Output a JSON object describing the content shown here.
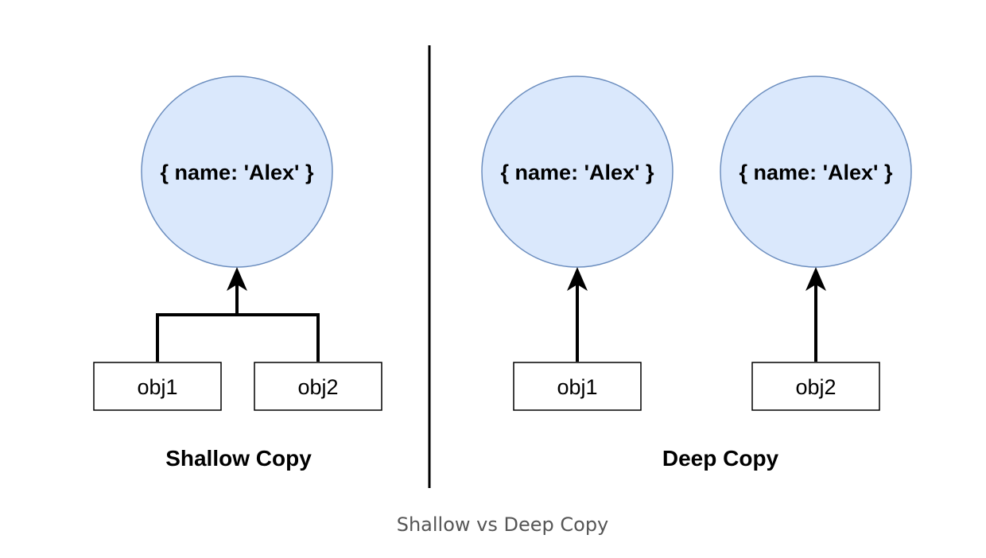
{
  "colors": {
    "node_fill": "#dae8fc",
    "node_stroke": "#6c8ebf",
    "line": "#000000",
    "caption": "#555555"
  },
  "shallow": {
    "object_label": "{ name: 'Alex' }",
    "ref1": "obj1",
    "ref2": "obj2",
    "title": "Shallow Copy"
  },
  "deep": {
    "object1_label": "{ name: 'Alex' }",
    "object2_label": "{ name: 'Alex' }",
    "ref1": "obj1",
    "ref2": "obj2",
    "title": "Deep Copy"
  },
  "caption": "Shallow vs Deep Copy"
}
